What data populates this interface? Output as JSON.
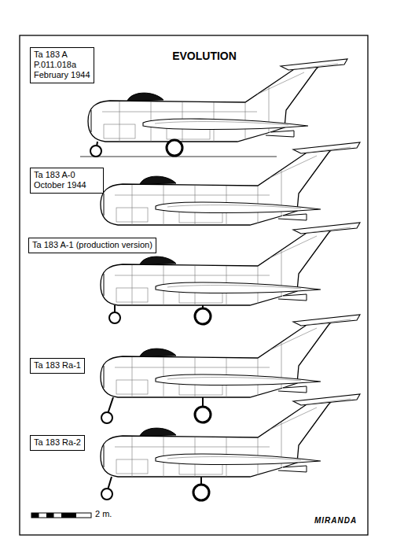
{
  "diagram": {
    "title": "EVOLUTION",
    "nodes": [
      {
        "text": [
          "Ta 183 A P.011.018a February 1944"
        ]
      },
      {
        "text": [
          "Ta 183 A-0 October 1944"
        ]
      },
      {
        "text": [
          "Ta 183 A-1 (production version)"
        ]
      },
      {
        "text": [
          "Ta 183 Ra-1"
        ]
      },
      {
        "text": [
          "Ta 183 Ra-2"
        ]
      }
    ],
    "labels": [
      "2 m.",
      "MIRANDA"
    ]
  }
}
